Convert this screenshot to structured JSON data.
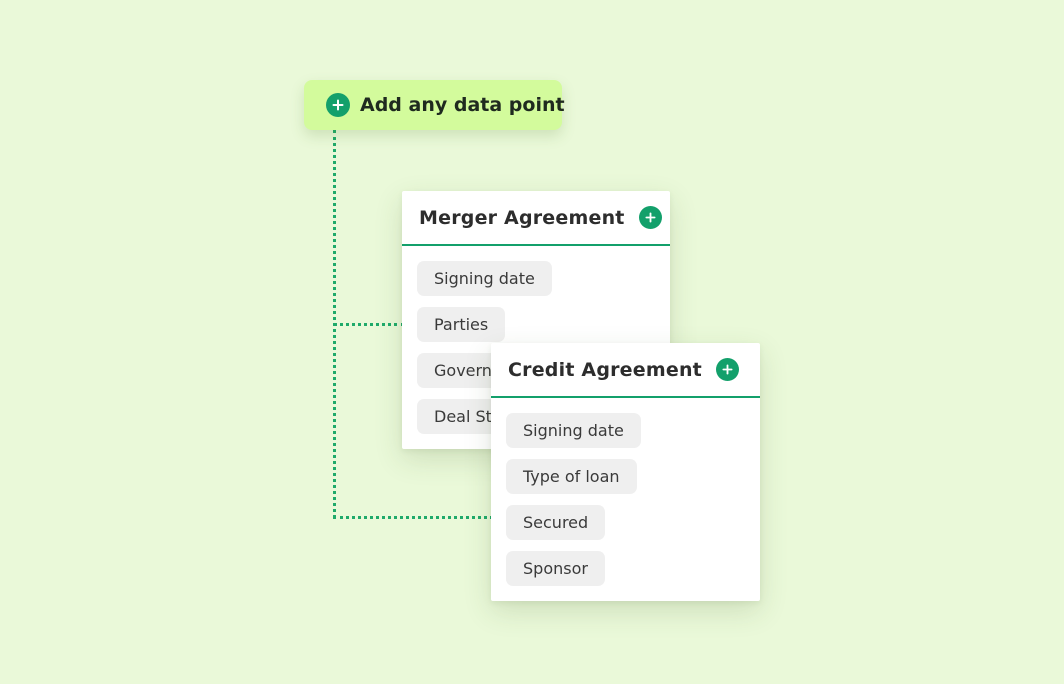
{
  "add_button": {
    "label": "Add any data point",
    "icon": "plus-circle-icon"
  },
  "colors": {
    "background": "#eaf9d9",
    "accent": "#13a06b",
    "pill": "#d3fb9c",
    "chip": "#efefef"
  },
  "cards": [
    {
      "title": "Merger Agreement",
      "chips": [
        "Signing date",
        "Parties",
        "Governing law",
        "Deal Structure"
      ]
    },
    {
      "title": "Credit Agreement",
      "chips": [
        "Signing date",
        "Type of loan",
        "Secured",
        "Sponsor"
      ]
    }
  ]
}
